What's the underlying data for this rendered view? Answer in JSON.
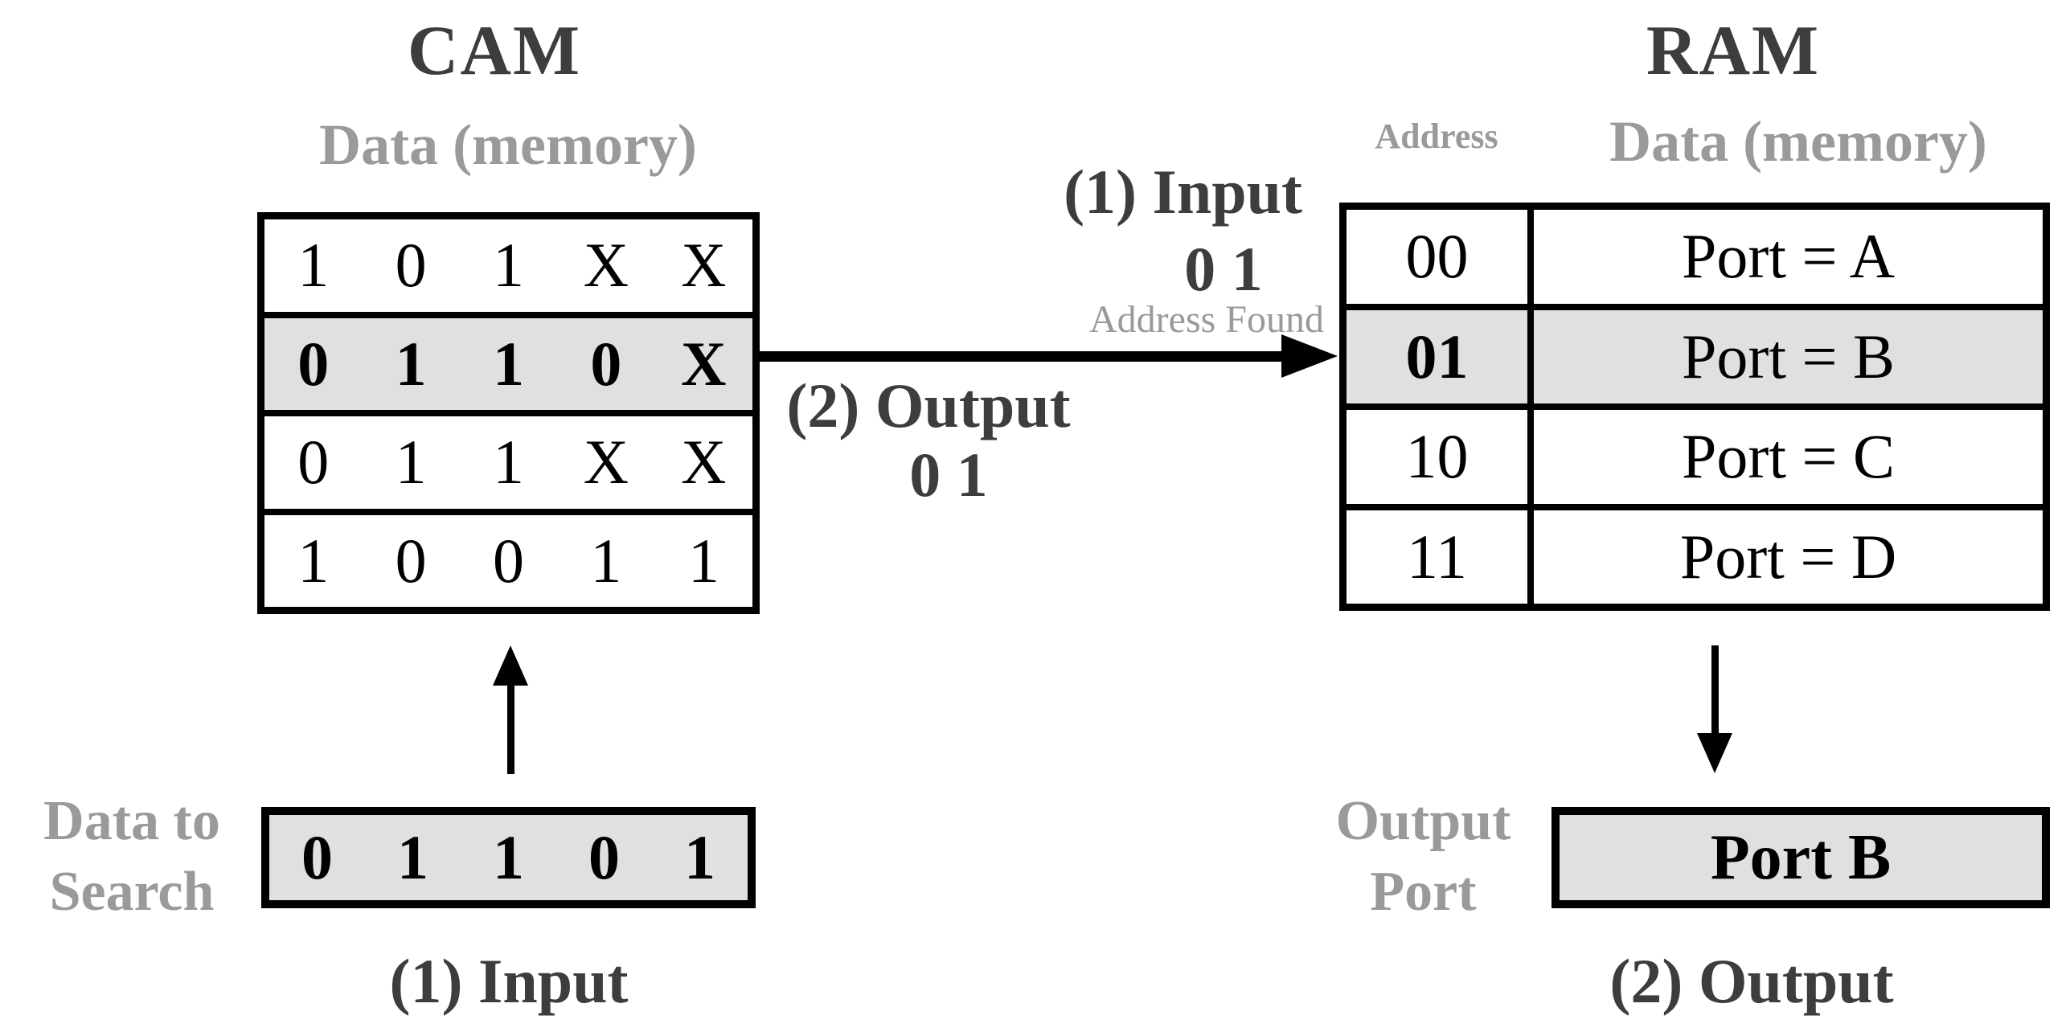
{
  "colors": {
    "background": "#ffffff",
    "ink": "#000000",
    "dark_label": "#3d3d3d",
    "gray_label": "#9a9a9a",
    "highlight_fill": "#e0e0e0"
  },
  "cam": {
    "title": "CAM",
    "memory_label": "Data (memory)",
    "rows": [
      {
        "cells": [
          "1",
          "0",
          "1",
          "X",
          "X"
        ],
        "highlighted": false
      },
      {
        "cells": [
          "0",
          "1",
          "1",
          "0",
          "X"
        ],
        "highlighted": true
      },
      {
        "cells": [
          "0",
          "1",
          "1",
          "X",
          "X"
        ],
        "highlighted": false
      },
      {
        "cells": [
          "1",
          "0",
          "0",
          "1",
          "1"
        ],
        "highlighted": false
      }
    ],
    "search_label_line1": "Data to",
    "search_label_line2": "Search",
    "search_value": [
      "0",
      "1",
      "1",
      "0",
      "1"
    ],
    "input_step_label": "(1) Input"
  },
  "ram": {
    "title": "RAM",
    "address_label": "Address",
    "memory_label": "Data (memory)",
    "rows": [
      {
        "address": "00",
        "data": "Port = A",
        "highlighted": false
      },
      {
        "address": "01",
        "data": "Port = B",
        "highlighted": true
      },
      {
        "address": "10",
        "data": "Port = C",
        "highlighted": false
      },
      {
        "address": "11",
        "data": "Port = D",
        "highlighted": false
      }
    ],
    "output_label_line1": "Output",
    "output_label_line2": "Port",
    "output_value": "Port B",
    "output_step_label": "(2) Output"
  },
  "flow": {
    "input_step_label": "(1) Input",
    "input_value": "0 1",
    "address_found_label": "Address Found",
    "output_step_label": "(2) Output",
    "output_value": "0 1"
  }
}
